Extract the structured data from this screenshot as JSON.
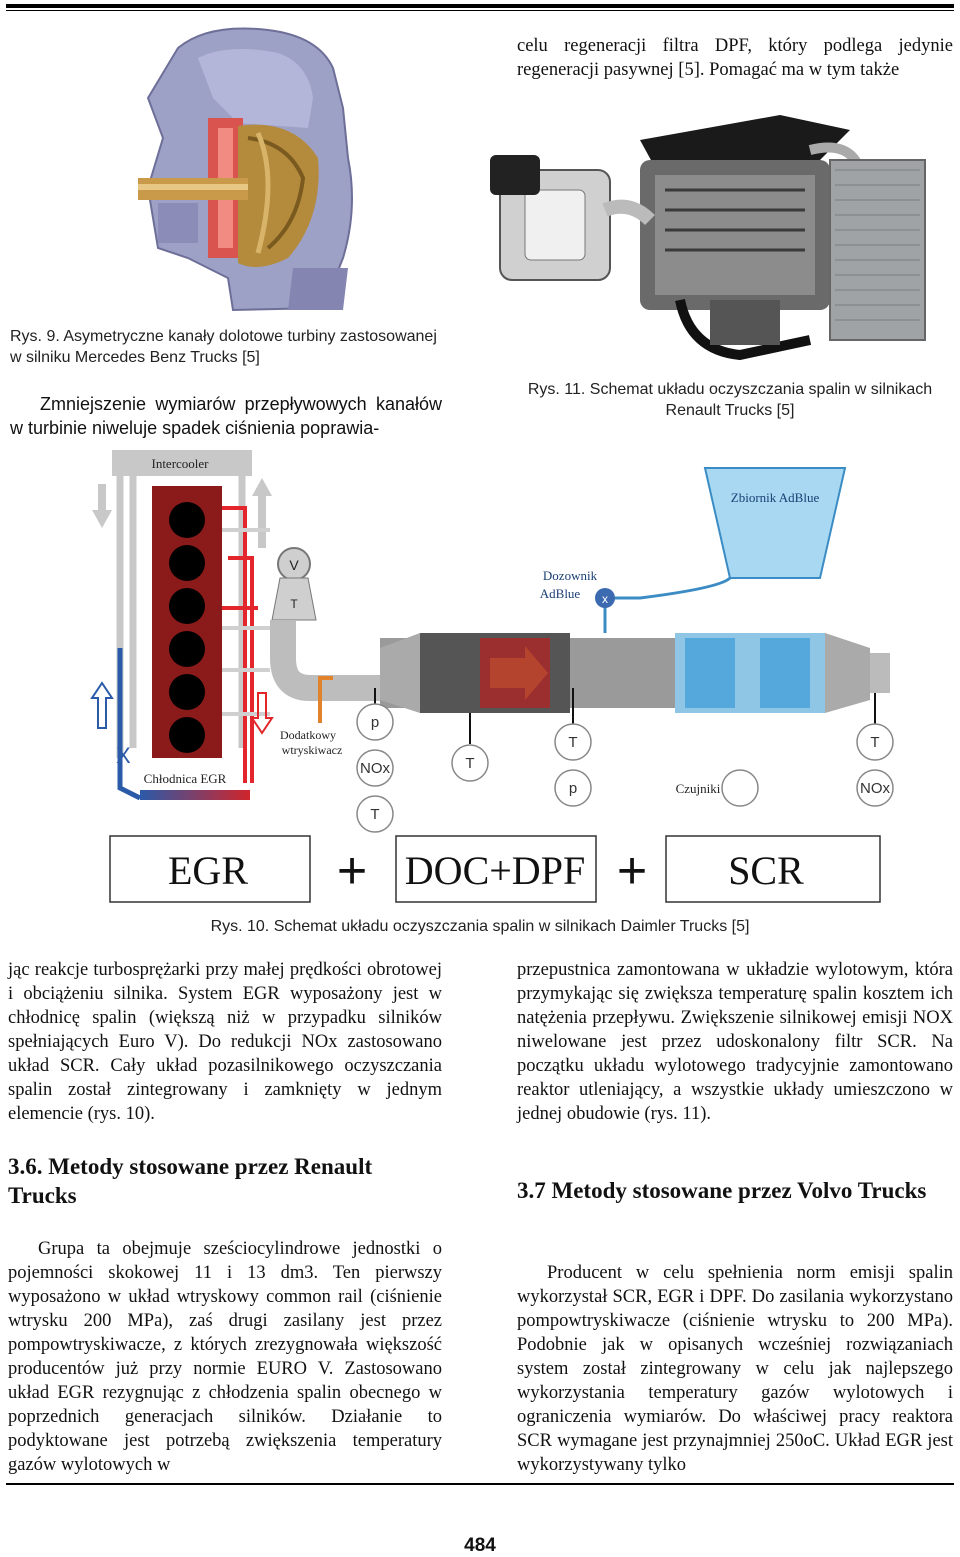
{
  "top_right_paragraph": "celu regeneracji filtra DPF, który podlega jedynie regeneracji pasywnej [5]. Pomagać ma w tym także",
  "figures": {
    "fig9_caption": "Rys. 9. Asymetryczne kanały dolotowe turbiny zastosowanej w silniku Mercedes Benz Trucks [5]",
    "fig11_caption": "Rys. 11. Schemat układu oczyszczania spalin w silnikach Renault Trucks [5]",
    "fig10_caption": "Rys. 10. Schemat układu oczyszczania spalin w silnikach Daimler Trucks [5]"
  },
  "left_intro_paragraph": "Zmniejszenie wymiarów przepływowych kanałów w turbinie niweluje spadek ciśnienia poprawia-",
  "diagram": {
    "intercooler": "Intercooler",
    "tank": "Zbiornik AdBlue",
    "doser_line1": "Dozownik",
    "doser_line2": "AdBlue",
    "extra_injector_line1": "Dodatkowy",
    "extra_injector_line2": "wtryskiwacz",
    "egr_cooler": "Chłodnica EGR",
    "sensors": "Czujniki",
    "sensor_p": "p",
    "sensor_nox": "NOx",
    "sensor_t": "T",
    "sensor_v": "V",
    "box_egr": "EGR",
    "box_docdpf": "DOC+DPF",
    "box_scr": "SCR",
    "plus": "+"
  },
  "left_column": {
    "para1": "jąc reakcje turbosprężarki przy małej prędkości obrotowej i obciążeniu silnika. System EGR wyposażony jest w chłodnicę spalin (większą niż w przypadku silników spełniających Euro V). Do redukcji NOx zastosowano układ SCR. Cały układ pozasilnikowego oczyszczania spalin został zintegrowany i zamknięty w jednym elemencie (rys. 10).",
    "heading": "3.6. Metody stosowane przez Renault Trucks",
    "para2": "Grupa ta obejmuje sześciocylindrowe jednostki o pojemności skokowej 11 i 13 dm3. Ten pierwszy wyposażono w układ wtryskowy common rail (ciśnienie wtrysku 200 MPa), zaś drugi zasilany jest przez pompowtryskiwacze, z których zrezygnowała większość producentów już przy normie EURO V. Zastosowano układ EGR rezygnując z chłodzenia spalin obecnego w poprzednich generacjach silników. Działanie to podyktowane jest potrzebą zwiększenia temperatury gazów wylotowych w"
  },
  "right_column": {
    "para1": "przepustnica zamontowana w układzie wylotowym, która przymykając się zwiększa temperaturę spalin kosztem ich natężenia przepływu. Zwiększenie silnikowej emisji NOX niwelowane jest przez udoskonalony filtr SCR. Na początku układu wylotowego tradycyjnie zamontowano reaktor utleniający, a wszystkie układy umieszczono w jednej obudowie (rys. 11).",
    "heading": "3.7 Metody stosowane przez Volvo Trucks",
    "para2": "Producent w celu spełnienia norm emisji spalin wykorzystał SCR, EGR i DPF. Do zasilania wykorzystano pompowtryskiwacze (ciśnienie wtrysku to 200 MPa). Podobnie jak w opisanych wcześniej rozwiązaniach system został zintegrowany w celu jak najlepszego wykorzystania temperatury gazów wylotowych i ograniczenia wymiarów. Do właściwej pracy reaktora SCR wymagane jest przynajmniej 250oC. Układ EGR jest wykorzystywany tylko"
  },
  "page_number": "484"
}
